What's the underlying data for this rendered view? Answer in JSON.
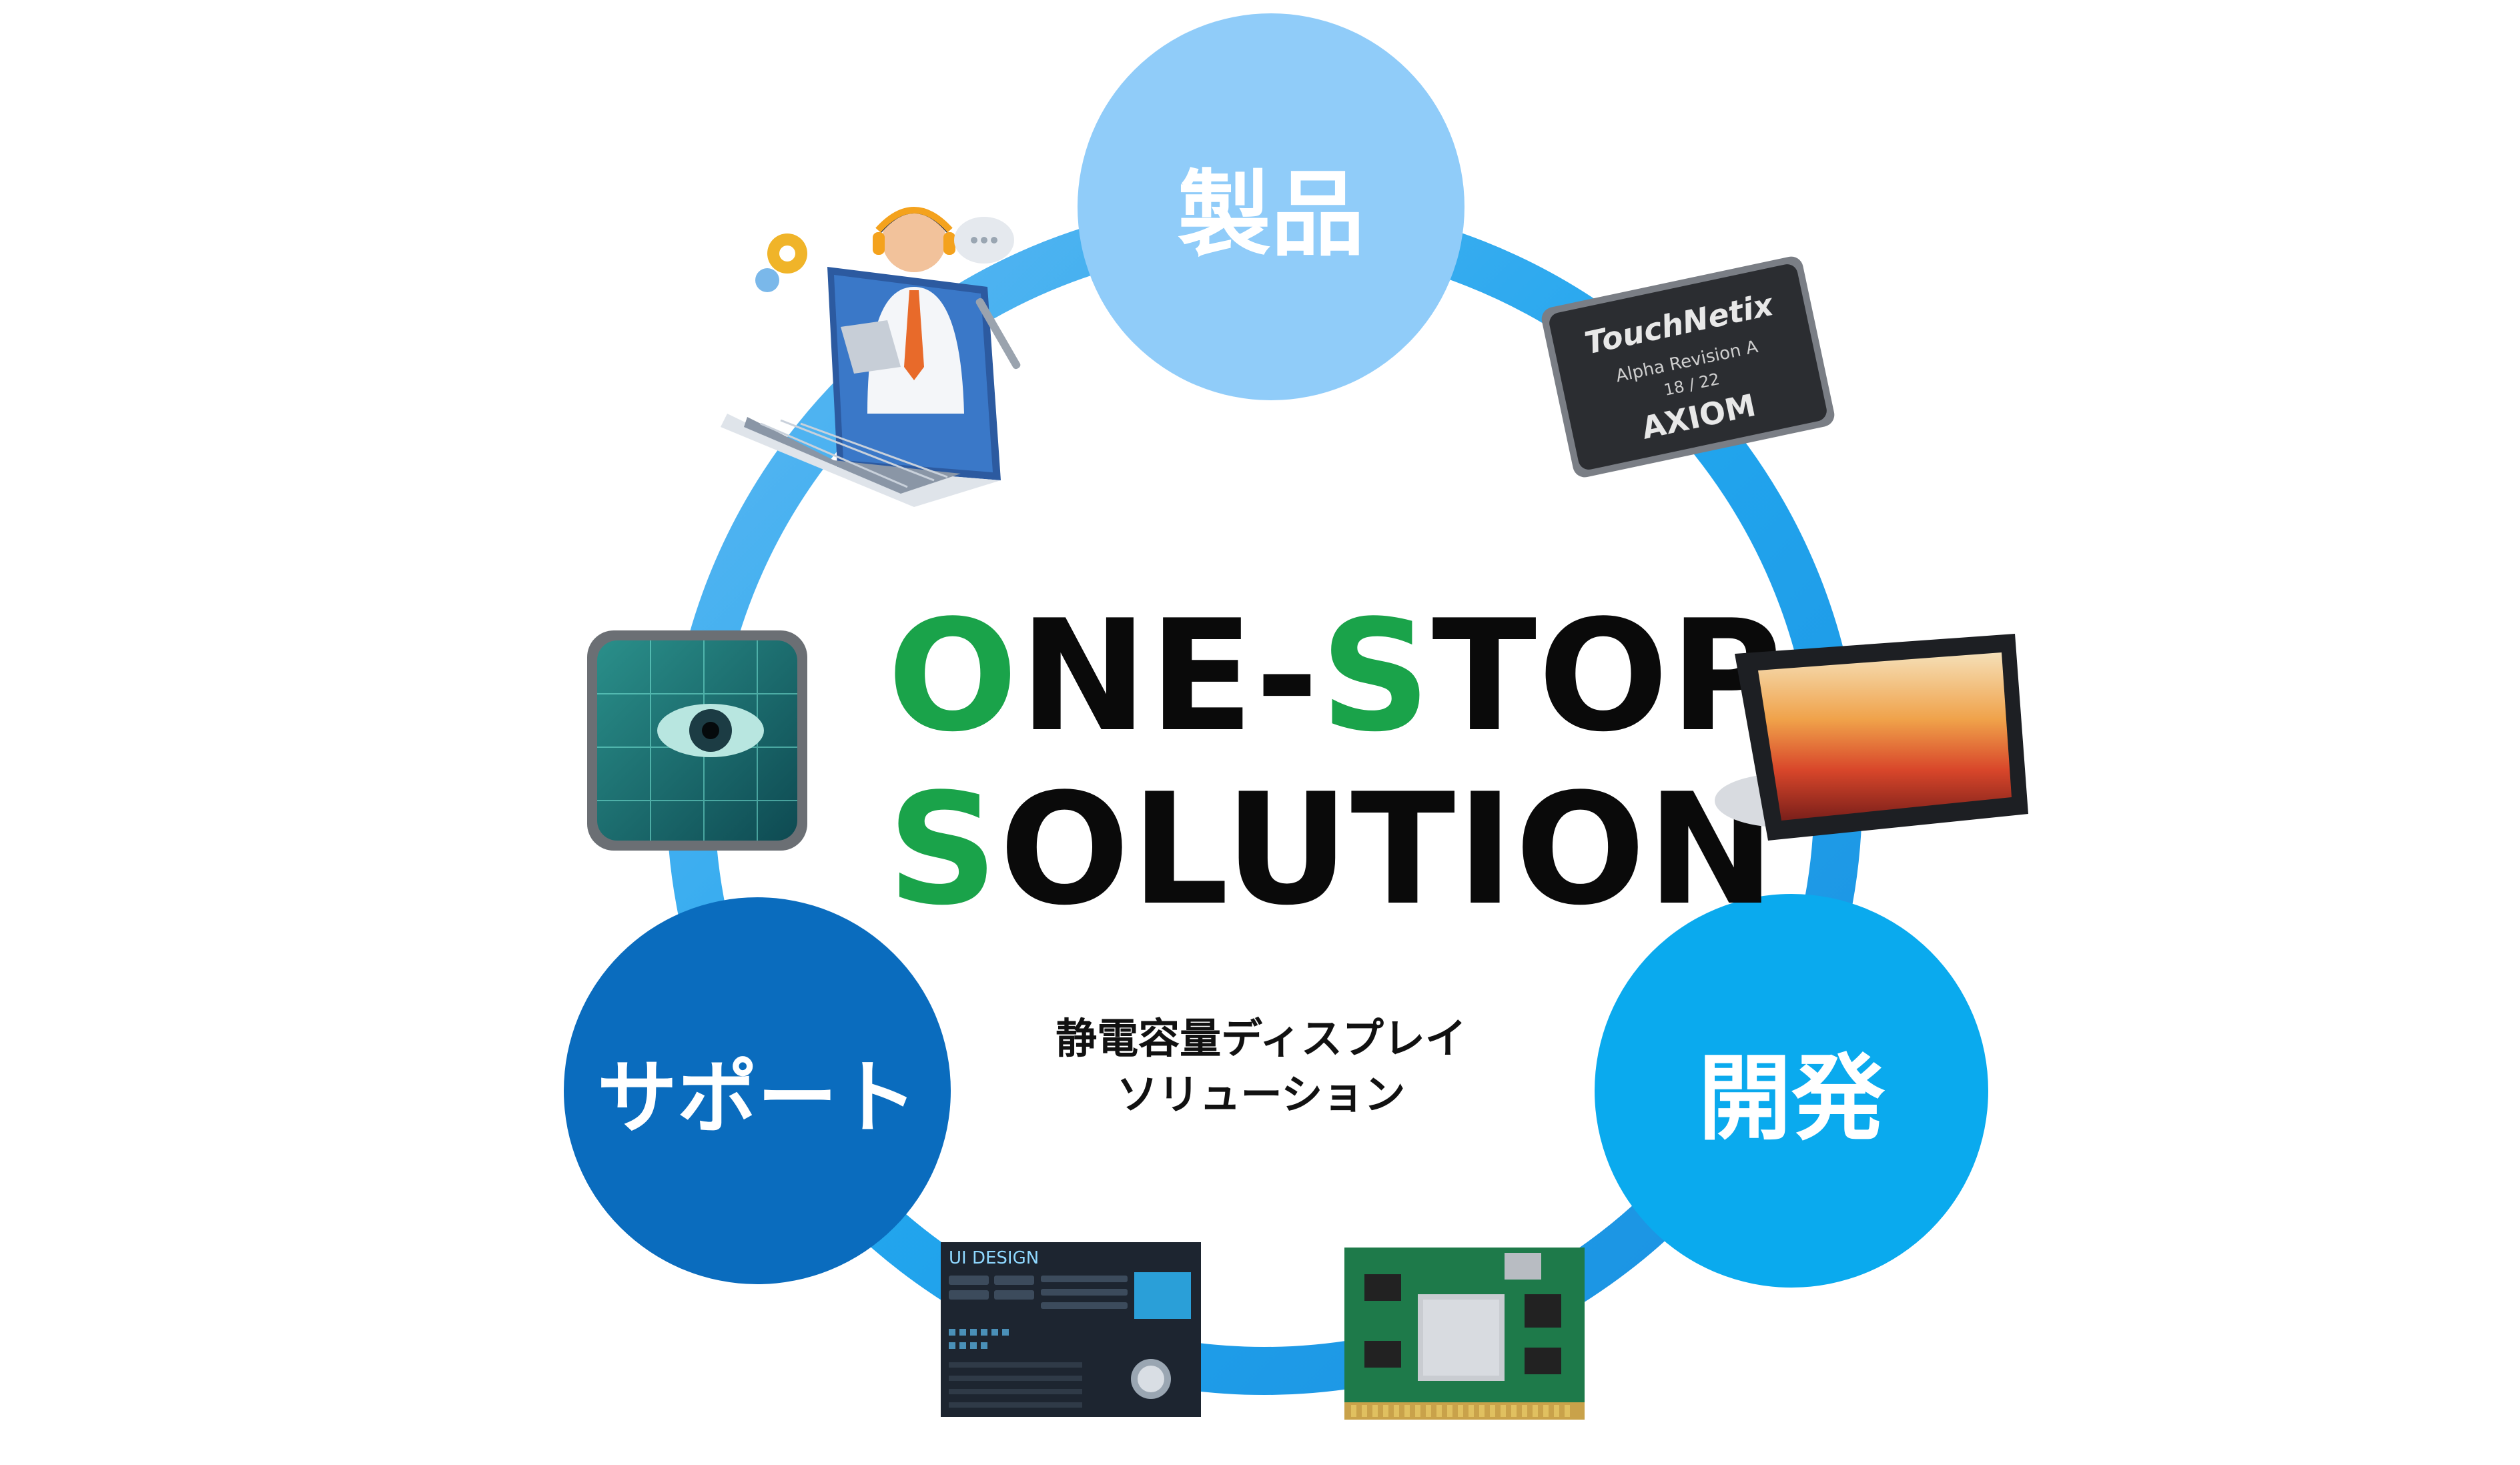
{
  "title": {
    "line1": {
      "accent": "O",
      "rest1": "NE-",
      "accent2": "S",
      "rest2": "TOP"
    },
    "line2": {
      "accent": "S",
      "rest": "OLUTION"
    }
  },
  "subtitle": {
    "line1": "静電容量ディスプレイ",
    "line2": "ソリューション"
  },
  "nodes": {
    "product": {
      "label": "製品",
      "color": "#90ccf9"
    },
    "development": {
      "label": "開発",
      "color": "#0aaaee"
    },
    "support": {
      "label": "サポート",
      "color": "#0a6cbe"
    }
  },
  "ring_color": "#2ea8ee",
  "chip": {
    "brand": "TouchNetix",
    "model": "Alpha Revision A",
    "code": "18 / 22",
    "logo": "AXIOM"
  },
  "ui_panel": {
    "label": "UI DESIGN"
  },
  "icons": {
    "support_person": "customer-support-laptop-icon",
    "eye_scan": "eye-scan-icon",
    "tablet": "tablet-display-icon",
    "module_board": "system-on-module-icon"
  }
}
